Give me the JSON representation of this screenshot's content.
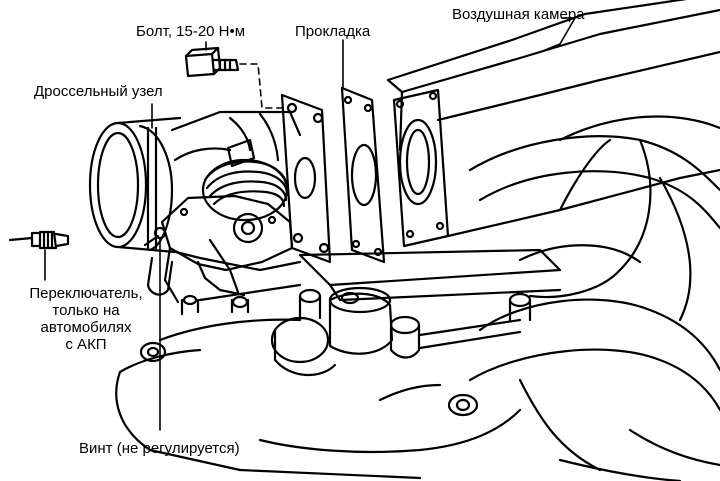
{
  "diagram": {
    "labels": {
      "bolt": "Болт, 15-20 Н•м",
      "gasket": "Прокладка",
      "air_chamber": "Воздушная камера",
      "throttle_body": "Дроссельный узел",
      "switch_lines": [
        "Переключатель,",
        "только на",
        "автомобилях",
        "с АКП"
      ],
      "screw": "Винт (не регулируется)"
    },
    "colors": {
      "ink": "#000000",
      "paper": "#ffffff"
    }
  }
}
